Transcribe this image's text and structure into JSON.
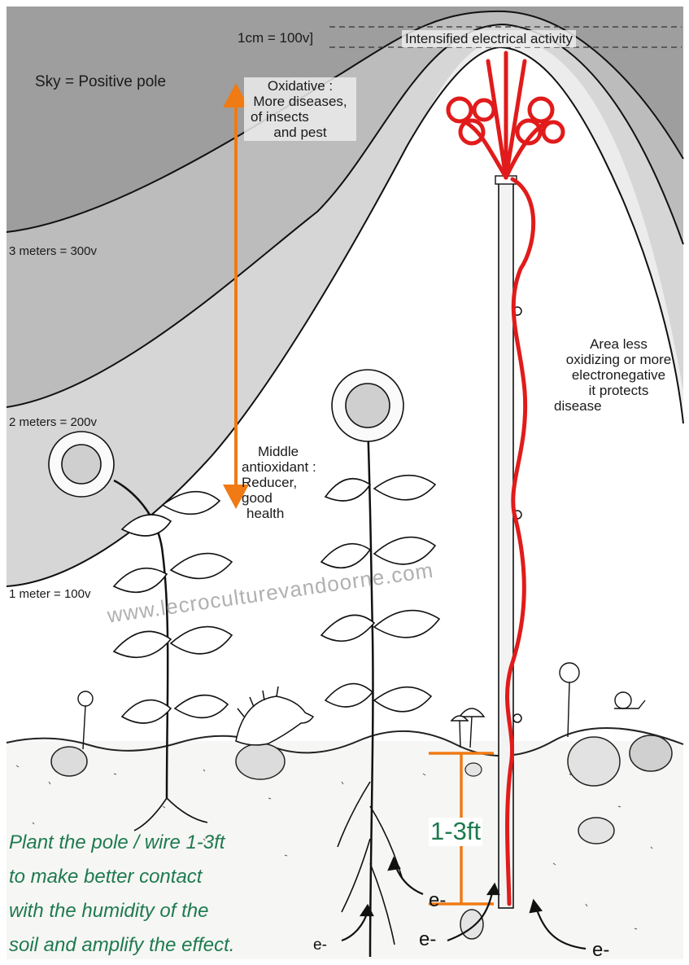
{
  "labels": {
    "scale_top": "1cm = 100v]",
    "intensified": "Intensified electrical activity",
    "sky": "Sky = Positive pole",
    "oxidative": [
      "Oxidative :",
      "More diseases,",
      "of insects",
      "and pest"
    ],
    "m3": "3 meters = 300v",
    "m2": "2 meters = 200v",
    "m1": "1 meter = 100v",
    "middle": [
      "Middle",
      "antioxidant :",
      "Reducer,",
      "good",
      "health"
    ],
    "area": [
      "Area less",
      "oxidizing or more",
      "electronegative",
      "it protects",
      "disease"
    ],
    "watermark": "www.lecroculturevandoorne.com",
    "depth": "1-3ft",
    "electron": "e-"
  },
  "caption": [
    "Plant the pole / wire 1-3ft",
    "to make better contact",
    "with the humidity of the",
    "soil and amplify the effect."
  ],
  "colors": {
    "band_outer": "#9a9a9a",
    "band_mid": "#bdbdbd",
    "band_inner": "#d9d9d9",
    "band_light": "#ececec",
    "arrow": "#f07a14",
    "wire": "#e11b1b",
    "green_text": "#1e7a4f"
  }
}
